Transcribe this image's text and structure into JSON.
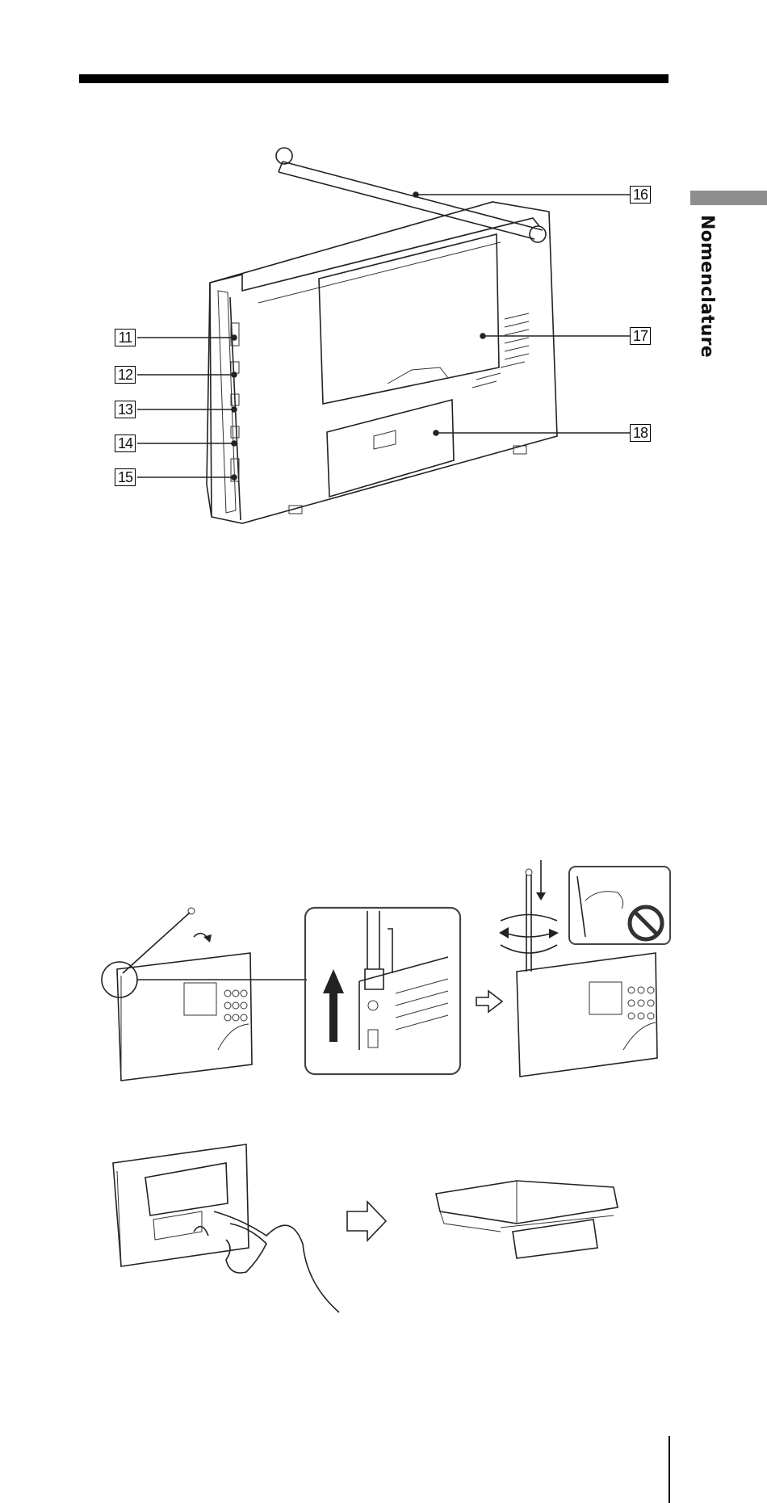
{
  "section": {
    "tab_label": "Nomenclature"
  },
  "callouts": {
    "c11": "11",
    "c12": "12",
    "c13": "13",
    "c14": "14",
    "c15": "15",
    "c16": "16",
    "c17": "17",
    "c18": "18"
  },
  "colors": {
    "rule": "#000000",
    "tab": "#8e8e8e",
    "line_art": "#222222",
    "callout_box_outline": "#1f2a5a"
  },
  "icons": [
    "radio-rear-illustration",
    "antenna-extend-illustration",
    "no-touch-prohibited-icon",
    "stand-open-illustration",
    "next-step-arrow-icon"
  ]
}
